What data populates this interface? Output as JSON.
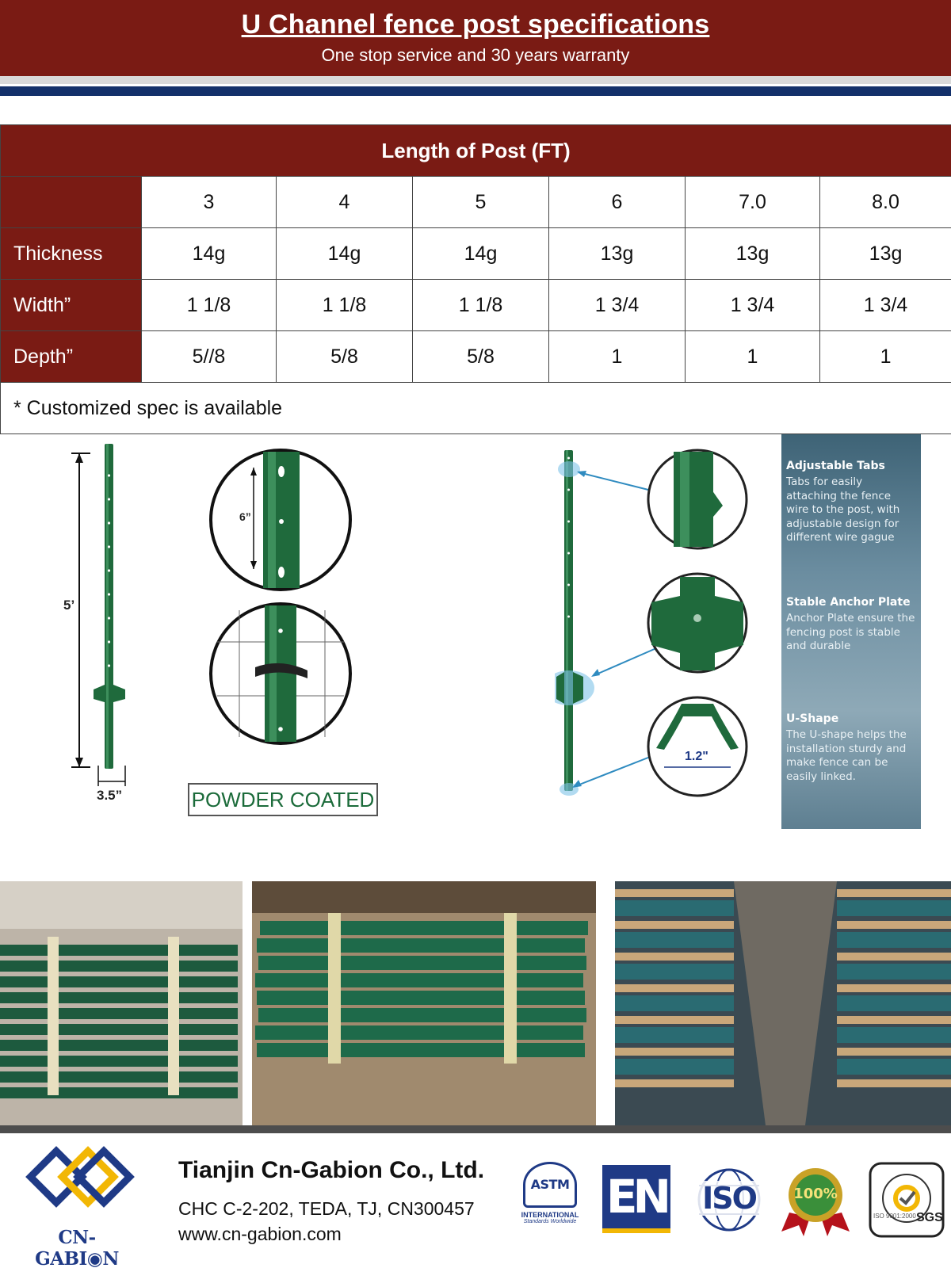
{
  "header": {
    "title": "U Channel fence post specifications",
    "subtitle": "One stop service and 30 years warranty"
  },
  "table": {
    "caption": "Length of Post (FT)",
    "lengths": [
      "3",
      "4",
      "5",
      "6",
      "7.0",
      "8.0"
    ],
    "rows": [
      {
        "label": "Thickness",
        "values": [
          "14g",
          "14g",
          "14g",
          "13g",
          "13g",
          "13g"
        ]
      },
      {
        "label": "Width”",
        "values": [
          "1 1/8",
          "1 1/8",
          "1 1/8",
          "1 3/4",
          "1 3/4",
          "1 3/4"
        ]
      },
      {
        "label": "Depth”",
        "values": [
          "5//8",
          "5/8",
          "5/8",
          "1",
          "1",
          "1"
        ]
      }
    ],
    "note": "* Customized spec is available"
  },
  "diagram_left": {
    "height_label": "5’",
    "spacing_label": "6”",
    "plate_label": "3.5”",
    "badge": "POWDER COATED"
  },
  "diagram_right": {
    "ushape_label": "1.2\"",
    "features": [
      {
        "title": "Adjustable Tabs",
        "text": "Tabs for easily attaching the fence wire to the post, with adjustable design for different wire gague"
      },
      {
        "title": "Stable Anchor Plate",
        "text": "Anchor Plate ensure the fencing post is stable and durable"
      },
      {
        "title": "U-Shape",
        "text": "The U-shape helps the installation sturdy and make fence can be easily linked."
      }
    ]
  },
  "footer": {
    "brand": "CN-GABI◉N",
    "company": "Tianjin Cn-Gabion Co., Ltd.",
    "address": "CHC C-2-202, TEDA, TJ, CN300457",
    "website": "www.cn-gabion.com",
    "certs": {
      "astm_main": "ASTM",
      "astm_sub": "INTERNATIONAL",
      "astm_tag": "Standards Worldwide",
      "en": "EN",
      "iso": "ISO",
      "quality": "100%",
      "sgs": "SGS",
      "sgs_ring": "ISO 9001:2000"
    }
  },
  "colors": {
    "maroon": "#7a1b14",
    "navy": "#13306a",
    "post_green": "#1f6a3c",
    "badge_green": "#1b6b3a",
    "feature_panel": "#6b8da0"
  }
}
